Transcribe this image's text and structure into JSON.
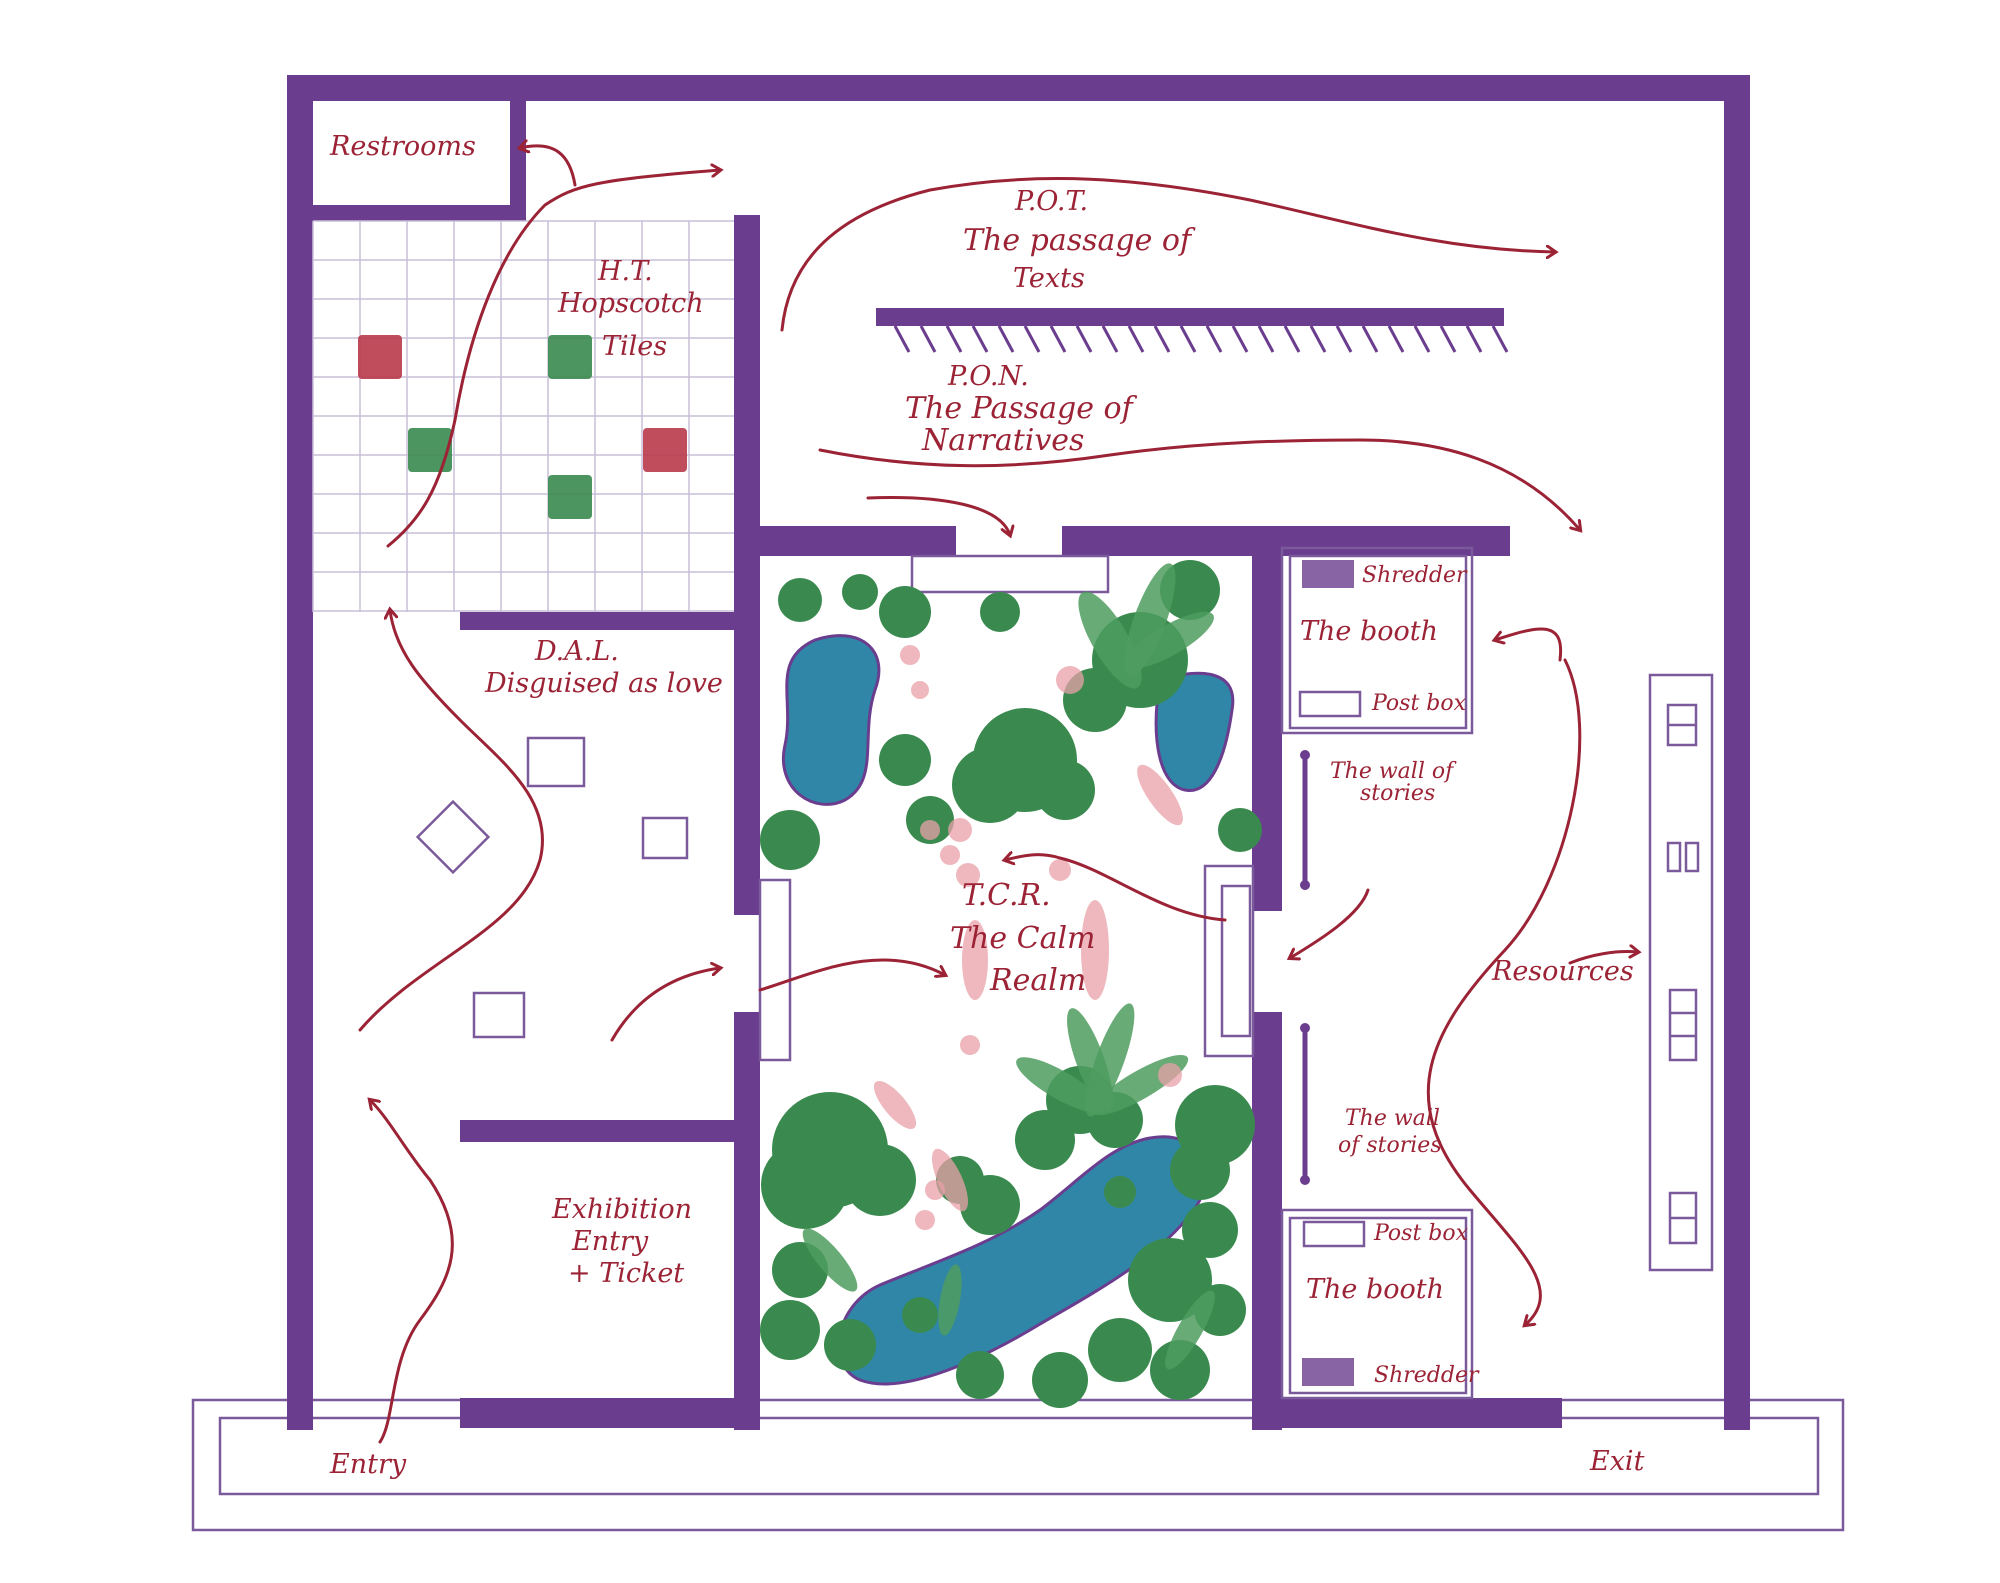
{
  "title": "",
  "labels": {
    "restrooms": "Restrooms",
    "ht_abbr": "H.T.",
    "ht_line1": "Hopscotch",
    "ht_line2": "Tiles",
    "pot_abbr": "P.O.T.",
    "pot_line1": "The passage of",
    "pot_line2": "Texts",
    "pon_abbr": "P.O.N.",
    "pon_line1": "The Passage of",
    "pon_line2": "Narratives",
    "dal_abbr": "D.A.L.",
    "dal_line1": "Disguised as love",
    "tcr_abbr": "T.C.R.",
    "tcr_line1": "The Calm",
    "tcr_line2": "Realm",
    "shredder_top": "Shredder",
    "booth_top": "The booth",
    "postbox_top": "Post box",
    "wall_stories_top_1": "The wall of",
    "wall_stories_top_2": "stories",
    "resources": "Resources",
    "wall_stories_bottom_1": "The wall",
    "wall_stories_bottom_2": "of stories",
    "postbox_bottom": "Post box",
    "booth_bottom": "The booth",
    "shredder_bottom": "Shredder",
    "exhibition_line1": "Exhibition",
    "exhibition_line2": "Entry",
    "exhibition_line3": "+ Ticket",
    "entry": "Entry",
    "exit": "Exit"
  },
  "colors": {
    "walls": "#6a3d8f",
    "annotation": "#9b2335",
    "plants": "#3a8a4f",
    "water": "#2f86a6",
    "tile_red": "#b83a4a",
    "tile_green": "#3a8a4f"
  }
}
